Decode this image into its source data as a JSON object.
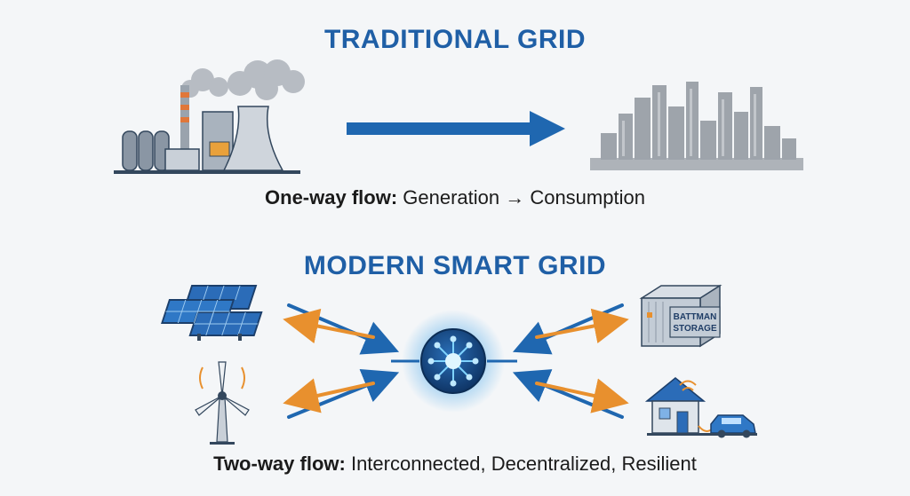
{
  "traditional": {
    "title": "TRADITIONAL GRID",
    "caption_bold": "One-way flow:",
    "caption_rest": " Generation → Consumption"
  },
  "smart": {
    "title": "MODERN SMART GRID",
    "caption_bold": "Two-way flow:",
    "caption_rest": " Interconnected, Decentralized, Resilient",
    "storage_label_line1": "BATTMAN",
    "storage_label_line2": "STORAGE"
  },
  "colors": {
    "blue": "#1f67b0",
    "orange": "#e8902e",
    "title": "#1f5fa6"
  },
  "icons": [
    "power-plant-icon",
    "city-skyline-icon",
    "solar-panel-icon",
    "wind-turbine-icon",
    "smart-hub-icon",
    "battery-storage-icon",
    "house-ev-icon"
  ]
}
